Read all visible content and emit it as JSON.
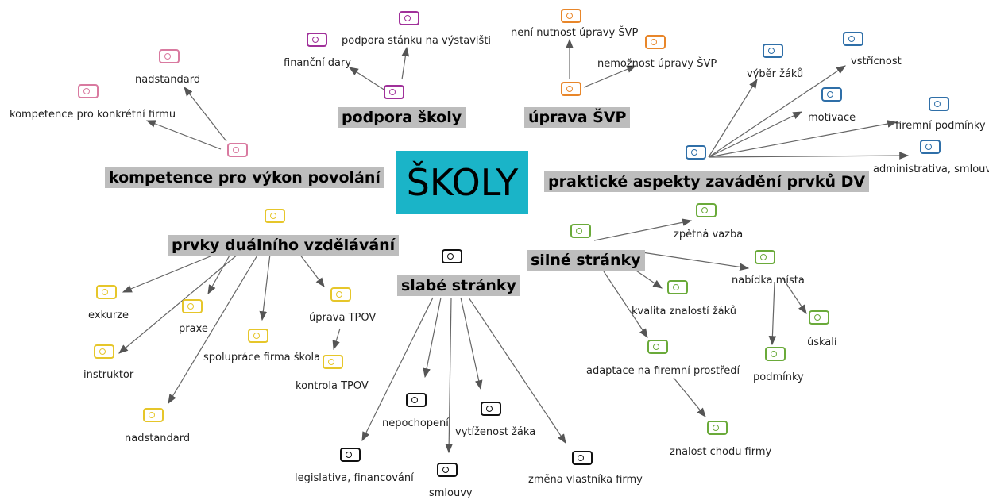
{
  "center": {
    "label": "ŠKOLY",
    "color": "#1ab4c8"
  },
  "header_bg": "#bdbdbd",
  "branches": {
    "podpora": {
      "title": "podpora školy",
      "color": "#a0309a",
      "items": [
        "podpora stánku na výstavišti",
        "finanční dary"
      ]
    },
    "svp": {
      "title": "úprava ŠVP",
      "color": "#e8862a",
      "items": [
        "není nutnost úpravy ŠVP",
        "nemožnost úpravy ŠVP"
      ]
    },
    "kompetence": {
      "title": "kompetence pro výkon povolání",
      "color": "#d97aa0",
      "items": [
        "nadstandard",
        "kompetence pro konkrétní firmu"
      ]
    },
    "prakticke": {
      "title": "praktické aspekty zavádění prvků DV",
      "color": "#2f6fa8",
      "items": [
        "výběr žáků",
        "vstřícnost",
        "motivace",
        "firemní podmínky",
        "administrativa, smlouva"
      ]
    },
    "prvky": {
      "title": "prvky duálního vzdělávání",
      "color": "#e6c62a",
      "items": [
        "exkurze",
        "praxe",
        "instruktor",
        "spolupráce firma škola",
        "úprava TPOV",
        "kontrola TPOV",
        "nadstandard"
      ]
    },
    "slabe": {
      "title": "slabé stránky",
      "color": "#111111",
      "items": [
        "nepochopení",
        "vytíženost žáka",
        "legislativa, financování",
        "smlouvy",
        "změna vlastníka firmy"
      ]
    },
    "silne": {
      "title": "silné stránky",
      "color": "#6aaa3a",
      "items": [
        "zpětná vazba",
        "nabídka místa",
        "kvalita znalostí žáků",
        "úskalí",
        "podmínky",
        "adaptace na firemní prostředí",
        "znalost chodu firmy"
      ]
    }
  }
}
